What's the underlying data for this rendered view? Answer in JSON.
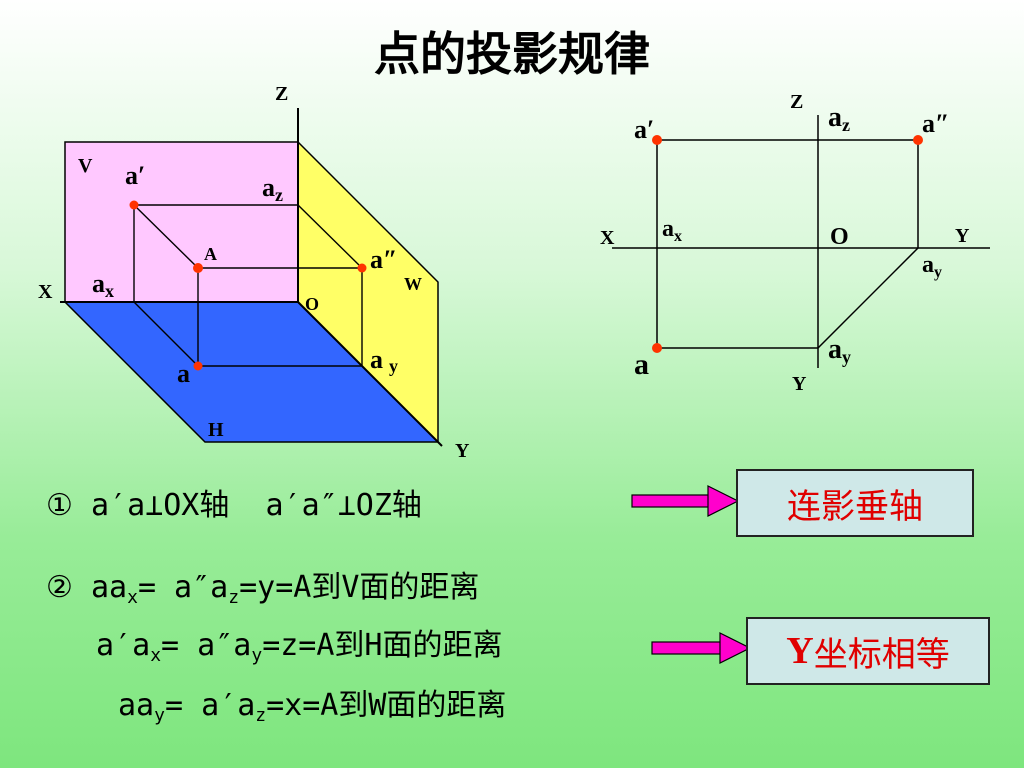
{
  "title": "点的投影规律",
  "axes": {
    "x": "X",
    "y": "Y",
    "z": "Z",
    "o": "O"
  },
  "planes": {
    "v": "V",
    "h": "H",
    "w": "W"
  },
  "points": {
    "A": "A"
  },
  "labels": {
    "a_prime": "a′",
    "a_dprime": "a″",
    "a": "a",
    "a_base": "a",
    "sub_x": "x",
    "sub_y": "y",
    "sub_z": "z"
  },
  "rules": {
    "marker1": "①",
    "marker2": "②",
    "rule1_part1": "a′a⊥OX轴",
    "rule1_part2": "a′a″⊥OZ轴",
    "r2_l1_a": "aa",
    "r2_l1_b": "= a″a",
    "r2_l1_c": "=y=A到V面的距离",
    "r2_l2_a": "a′a",
    "r2_l2_b": "= a″a",
    "r2_l2_c": "=z=A到H面的距离",
    "r2_l3_a": "aa",
    "r2_l3_b": "= a′a",
    "r2_l3_c": "=x=A到W面的距离"
  },
  "boxes": {
    "box1": "连影垂轴",
    "box2_y": "Y",
    "box2_rest": "坐标相等"
  },
  "colors": {
    "v_plane": "#ffc8ff",
    "h_plane": "#3366ff",
    "w_plane": "#ffff66",
    "point": "#ff3300",
    "arrow": "#ff00cc",
    "box_text": "#e00000",
    "box_bg": "#cfe8e8"
  }
}
